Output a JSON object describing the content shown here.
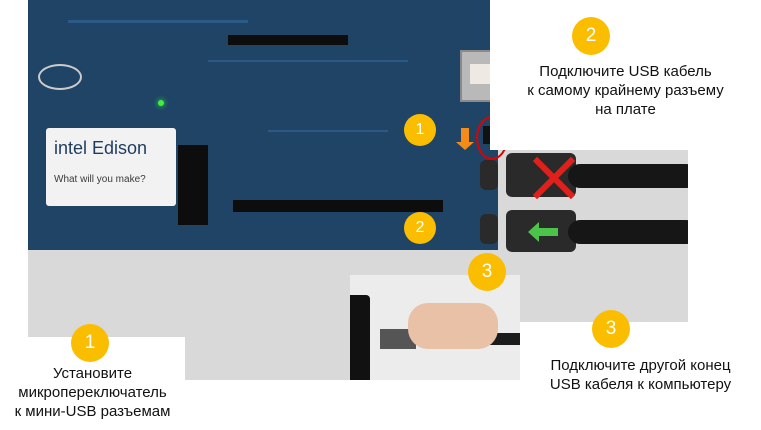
{
  "steps": {
    "step1": {
      "number": "1",
      "text": [
        "Установите",
        "микропереключатель",
        "к мини-USB разъемам"
      ]
    },
    "step2": {
      "number": "2",
      "text": [
        "Подключите USB кабель",
        "к самому крайнему разъему",
        "на плате"
      ]
    },
    "step3": {
      "number": "3",
      "text": [
        "Подключите другой конец",
        "USB кабеля к компьютеру"
      ]
    }
  },
  "photo": {
    "board_logo": "intel Edison",
    "board_tagline": "What will you make?"
  },
  "colors": {
    "badge": "#fbbd00",
    "arrow_orange": "#f48c1a",
    "mark_red": "#e0201a",
    "arrow_green": "#4cc44c"
  }
}
